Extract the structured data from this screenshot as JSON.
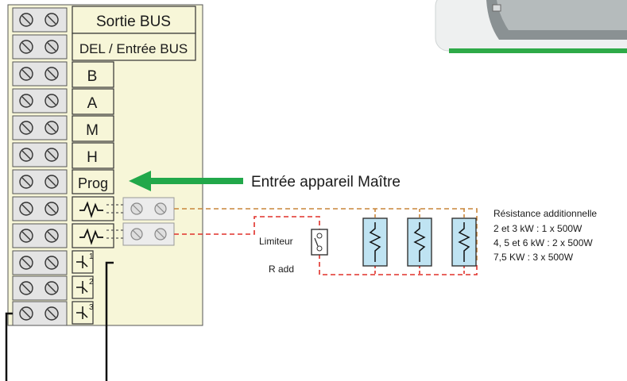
{
  "terminal_labels": {
    "sortie_bus": "Sortie BUS",
    "del_entree_bus": "DEL / Entrée BUS",
    "b": "B",
    "a": "A",
    "m": "M",
    "h": "H",
    "prog": "Prog"
  },
  "fan_indices": [
    "1",
    "2",
    "3"
  ],
  "arrow_label": "Entrée appareil Maître",
  "limiteur_label": "Limiteur",
  "r_add_label": "R add",
  "resistance_note": {
    "title": "Résistance additionnelle",
    "lines": [
      "2 et 3 kW : 1 x 500W",
      "4, 5 et 6 kW : 2 x 500W",
      "7,5 KW : 3 x 500W"
    ]
  },
  "colors": {
    "panel_bg": "#f7f6d8",
    "green_arrow": "#22a84a",
    "dashed_orange": "#c9863a",
    "dashed_red": "#e0302a",
    "resistor_fill": "#bfe3f2"
  }
}
